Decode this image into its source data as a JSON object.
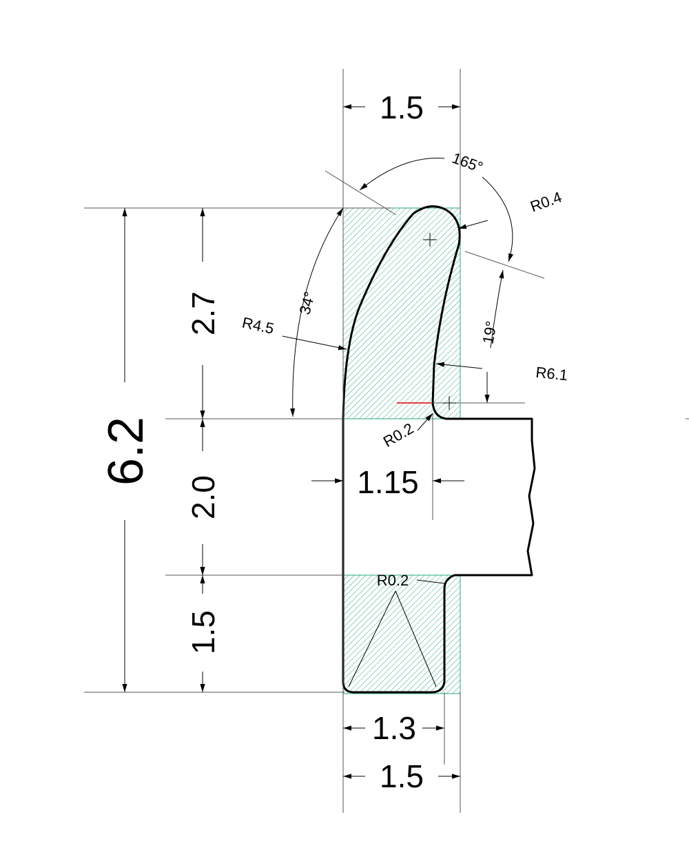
{
  "dimensions": {
    "top_width": "1.5",
    "bottom_inner_width": "1.3",
    "bottom_outer_width": "1.5",
    "mid_width": "1.15",
    "total_height": "6.2",
    "upper_height": "2.7",
    "middle_height": "2.0",
    "lower_height": "1.5"
  },
  "annotations": {
    "angle_top": "165°",
    "angle_left": "34°",
    "angle_right": "19°",
    "radius_tip": "R0.4",
    "radius_outer_curve": "R4.5",
    "radius_inner_curve": "R6.1",
    "radius_step": "R0.2",
    "radius_bottom": "R0.2"
  },
  "colors": {
    "hatch": "#2aa876",
    "line": "#000000",
    "red_mark": "#e00000"
  }
}
